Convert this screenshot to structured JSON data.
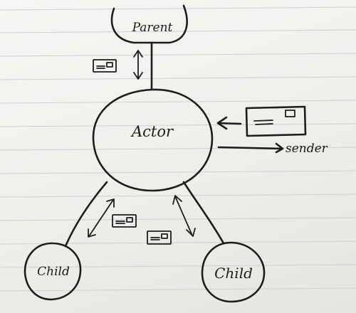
{
  "diagram": {
    "nodes": {
      "parent": "Parent",
      "actor": "Actor",
      "child_left": "Child",
      "child_right": "Child"
    },
    "sender_label": "sender",
    "edges": [
      {
        "from": "parent",
        "to": "actor",
        "style": "bidirectional"
      },
      {
        "from": "actor",
        "to": "child_left",
        "style": "bidirectional"
      },
      {
        "from": "actor",
        "to": "child_right",
        "style": "bidirectional"
      }
    ],
    "incoming_message_arrow": "into-actor",
    "outgoing_arrow_target": "sender",
    "message_icons": [
      "envelope-icon",
      "envelope-icon",
      "envelope-icon",
      "envelope-icon"
    ],
    "colors": {
      "ink": "#1d1d1d",
      "ruled_lines": "#cfd0d4",
      "paper": "#f2f2f0"
    }
  }
}
